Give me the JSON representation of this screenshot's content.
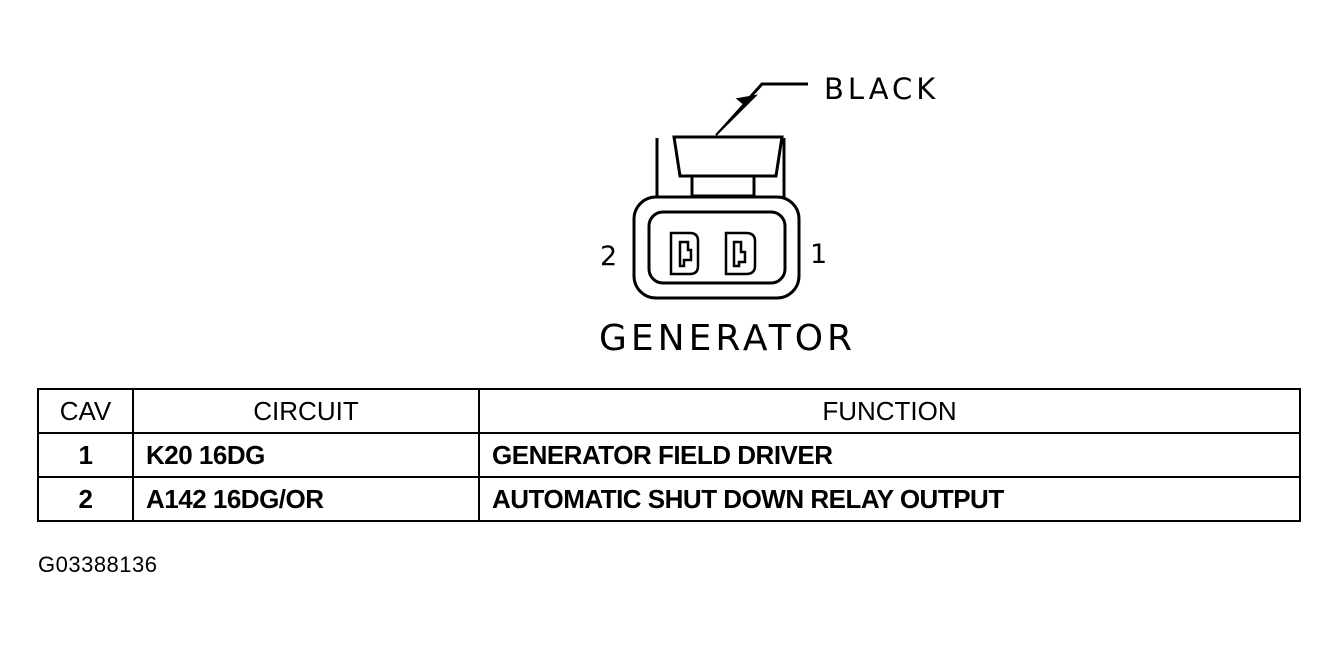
{
  "diagram": {
    "wire_color_label": "BLACK",
    "pin_left_label": "2",
    "pin_right_label": "1",
    "component_label": "GENERATOR"
  },
  "table": {
    "headers": [
      "CAV",
      "CIRCUIT",
      "FUNCTION"
    ],
    "rows": [
      {
        "cav": "1",
        "circuit": "K20 16DG",
        "function": "GENERATOR FIELD DRIVER"
      },
      {
        "cav": "2",
        "circuit": "A142 16DG/OR",
        "function": "AUTOMATIC SHUT DOWN RELAY OUTPUT"
      }
    ]
  },
  "figure_id": "G03388136",
  "colors": {
    "line": "#000000",
    "background": "#ffffff"
  }
}
